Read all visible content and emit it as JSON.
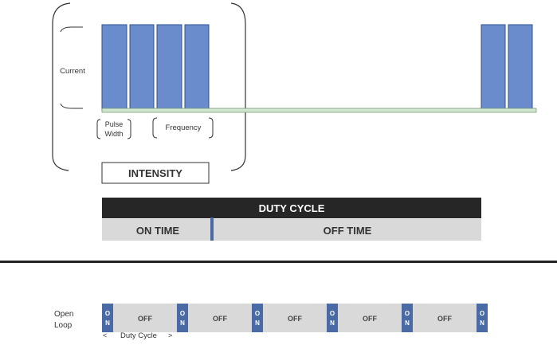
{
  "labels": {
    "current": "Current",
    "pulse_width": [
      "Pulse",
      "Width"
    ],
    "frequency": "Frequency",
    "intensity": "INTENSITY",
    "duty_cycle": "DUTY CYCLE",
    "on_time": "ON TIME",
    "off_time": "OFF TIME",
    "open_loop": [
      "Open",
      "Loop"
    ],
    "duty_cycle_small": "Duty Cycle",
    "arrow_left": "<",
    "arrow_right": ">"
  },
  "open_loop_segments": [
    "ON",
    "OFF",
    "ON",
    "OFF",
    "ON",
    "OFF",
    "ON",
    "OFF",
    "ON",
    "OFF",
    "ON"
  ],
  "colors": {
    "pulse": "#6a8ccd",
    "pulse_stroke": "#2f528f",
    "baseline": "#cfe6cf",
    "baseline_stroke": "#7a9a7a",
    "bar_dark": "#262626",
    "bar_grey": "#d9d9d9",
    "on_block": "#4a6aa5"
  }
}
